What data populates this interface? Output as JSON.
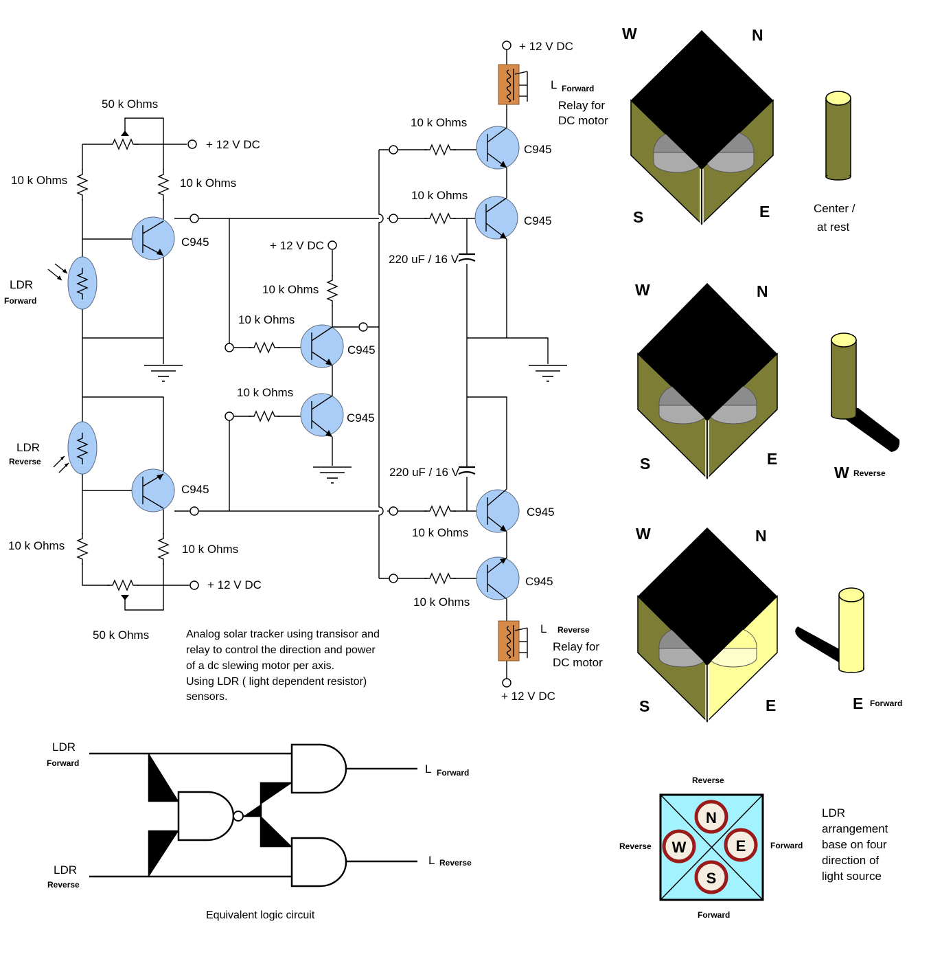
{
  "circuit": {
    "supply": "+ 12 V DC",
    "pot": "50 k Ohms",
    "resistor": "10 k Ohms",
    "transistor": "C945",
    "capacitor": "220 uF / 16 V",
    "ldr": "LDR",
    "forward": "Forward",
    "reverse": "Reverse",
    "relay_L": "L",
    "relay_line1": "Relay  for",
    "relay_line2": "DC motor"
  },
  "description": [
    "Analog solar tracker using transisor and",
    "relay to control the direction and power",
    "of a dc slewing motor per axis.",
    "Using LDR ( light dependent resistor)",
    "sensors."
  ],
  "logic": {
    "caption": "Equivalent logic circuit"
  },
  "trackers": {
    "W": "W",
    "N": "N",
    "S": "S",
    "E": "E",
    "center_line1": "Center /",
    "center_line2": "at rest",
    "w_reverse": "Reverse",
    "e_forward": "Forward",
    "colors": {
      "olive": "#7d7d36",
      "yellow": "#ffff99",
      "black": "#000000",
      "gray": "#8c8c8c"
    }
  },
  "arrangement": {
    "top": "Reverse",
    "left": "Reverse",
    "right": "Forward",
    "bottom": "Forward",
    "N": "N",
    "W": "W",
    "E": "E",
    "S": "S",
    "note": [
      "LDR",
      "arrangement",
      "base on four",
      "direction of",
      "light source"
    ],
    "colors": {
      "background": "#a3f2ff",
      "ring": "#9b1b1b"
    }
  }
}
